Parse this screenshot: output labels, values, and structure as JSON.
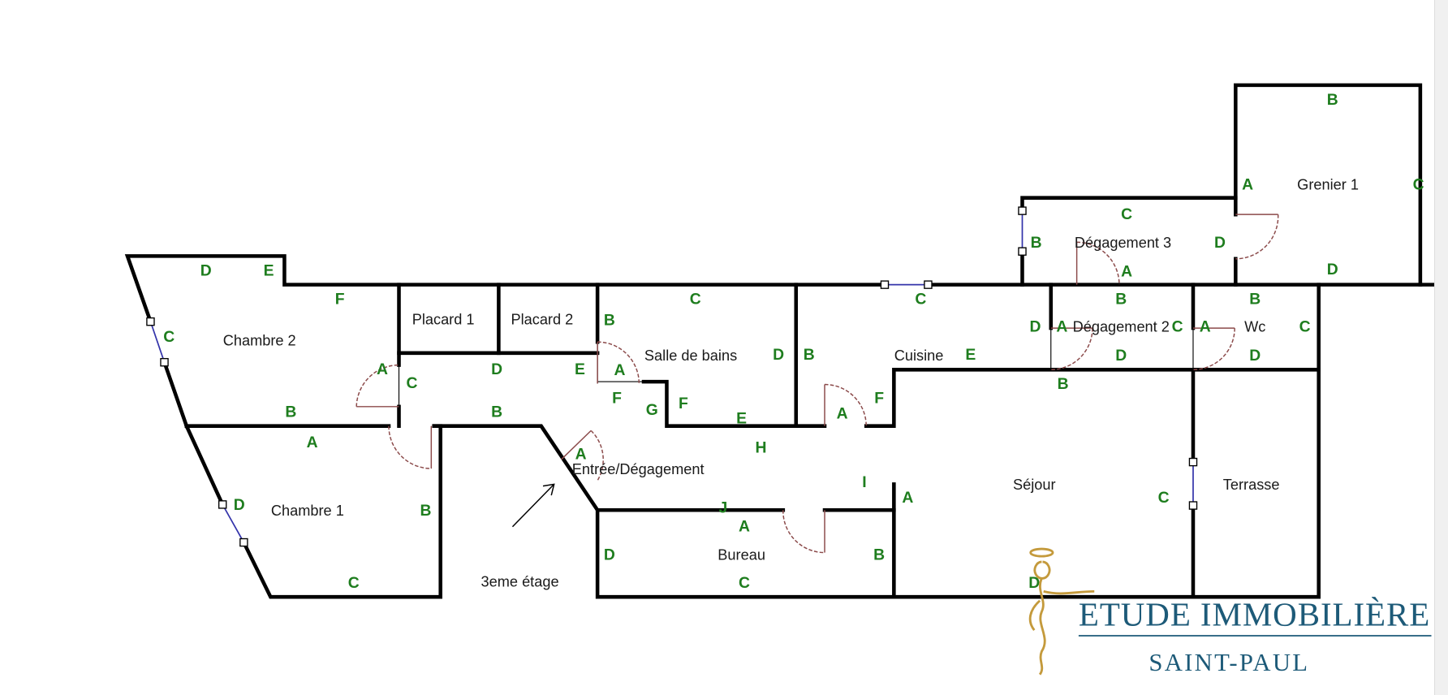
{
  "title": "3eme étage",
  "rooms": [
    {
      "name": "Grenier 1",
      "walls": [
        "B",
        "A",
        "C",
        "D"
      ]
    },
    {
      "name": "Dégagement 3",
      "walls": [
        "C",
        "B",
        "D",
        "A"
      ]
    },
    {
      "name": "Dégagement 2",
      "walls": [
        "B",
        "D",
        "C",
        "D",
        "A"
      ]
    },
    {
      "name": "Wc",
      "walls": [
        "B",
        "A",
        "C",
        "D"
      ]
    },
    {
      "name": "Cuisine",
      "walls": [
        "C",
        "B",
        "E",
        "F",
        "A"
      ]
    },
    {
      "name": "Séjour",
      "walls": [
        "B",
        "A",
        "C",
        "D"
      ]
    },
    {
      "name": "Terrasse",
      "walls": []
    },
    {
      "name": "Salle de bains",
      "walls": [
        "C",
        "B",
        "D",
        "A",
        "F",
        "G",
        "F",
        "E"
      ]
    },
    {
      "name": "Entrée/Dégagement",
      "walls": [
        "H",
        "I",
        "J",
        "A",
        "D",
        "E",
        "C",
        "B"
      ]
    },
    {
      "name": "Chambre 2",
      "walls": [
        "D",
        "E",
        "F",
        "C",
        "A",
        "B"
      ]
    },
    {
      "name": "Placard 1",
      "walls": []
    },
    {
      "name": "Placard 2",
      "walls": []
    },
    {
      "name": "Chambre 1",
      "walls": [
        "A",
        "D",
        "B",
        "C"
      ]
    },
    {
      "name": "Bureau",
      "walls": [
        "A",
        "D",
        "B",
        "C"
      ]
    }
  ],
  "logo": {
    "line1": "ETUDE IMMOBILIÈRE",
    "line2": "SAINT-PAUL"
  },
  "colors": {
    "wall_letter": "#1e7d1e",
    "door": "#8b4a4a",
    "window": "#3333aa",
    "logo": "#1d5a78",
    "figure": "#c49a3c"
  }
}
